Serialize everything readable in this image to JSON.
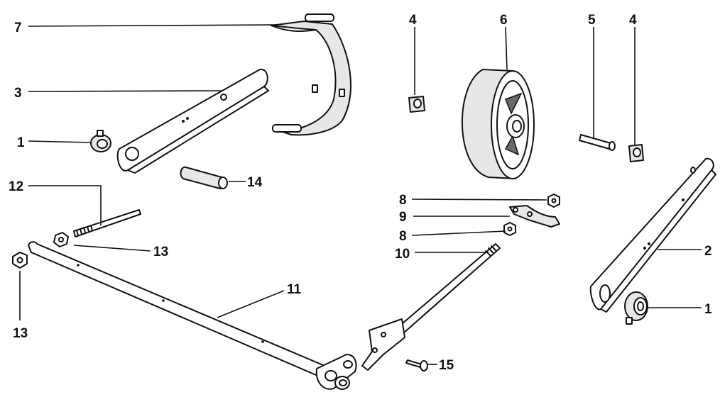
{
  "callouts": {
    "c7": "7",
    "c3": "3",
    "c1a": "1",
    "c12": "12",
    "c14": "14",
    "c13a": "13",
    "c13b": "13",
    "c11": "11",
    "c4a": "4",
    "c6": "6",
    "c5": "5",
    "c4b": "4",
    "c8a": "8",
    "c9": "9",
    "c8b": "8",
    "c10": "10",
    "c2": "2",
    "c1b": "1",
    "c15": "15"
  },
  "colors": {
    "ink": "#111111",
    "background": "#ffffff"
  }
}
